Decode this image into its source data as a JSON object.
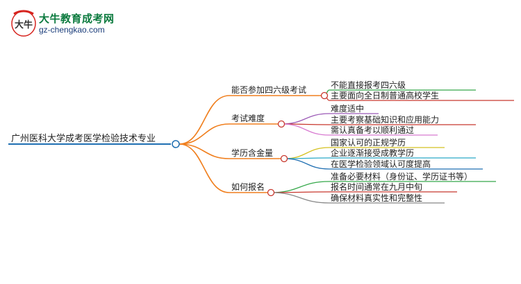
{
  "logo": {
    "glyph": "大牛",
    "title": "大牛教育成考网",
    "url": "gz-chengkao.com",
    "colors": {
      "red": "#d6241f",
      "green": "#0b7a3e",
      "blue": "#1a3c7a"
    }
  },
  "mindmap": {
    "root": {
      "label": "广州医科大学成考医学检验技术专业",
      "color": "#1f6fb2"
    },
    "branches": [
      {
        "label": "能否参加四六级考试",
        "color": "#f07f1e",
        "children": [
          {
            "label": "不能直接报考四六级",
            "color": "#35a84a"
          },
          {
            "label": "主要面向全日制普通高校学生",
            "color": "#c8372d"
          }
        ]
      },
      {
        "label": "考试难度",
        "color": "#f07f1e",
        "children": [
          {
            "label": "难度适中",
            "color": "#9b59b6"
          },
          {
            "label": "主要考察基础知识和应用能力",
            "color": "#c8372d"
          },
          {
            "label": "需认真备考以顺利通过",
            "color": "#d87ad1"
          }
        ]
      },
      {
        "label": "学历含金量",
        "color": "#f07f1e",
        "children": [
          {
            "label": "国家认可的正规学历",
            "color": "#d4c120"
          },
          {
            "label": "企业逐渐接受成教学历",
            "color": "#2aa9c7"
          },
          {
            "label": "在医学检验领域认可度提高",
            "color": "#1f6fb2"
          }
        ]
      },
      {
        "label": "如何报名",
        "color": "#f07f1e",
        "children": [
          {
            "label": "准备必要材料（身份证、学历证书等）",
            "color": "#35a84a"
          },
          {
            "label": "报名时间通常在九月中旬",
            "color": "#c8372d"
          },
          {
            "label": "确保材料真实性和完整性",
            "color": "#888888"
          }
        ]
      }
    ]
  }
}
